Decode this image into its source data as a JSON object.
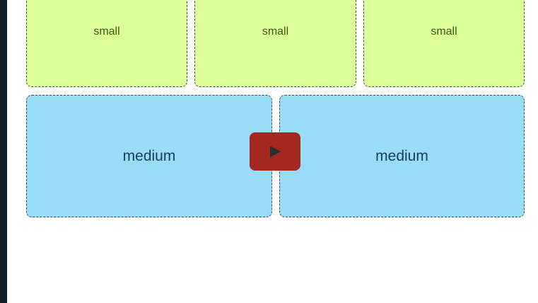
{
  "colors": {
    "small_bg": "#dbfe98",
    "small_text": "#3f5a11",
    "medium_bg": "#98dcf8",
    "medium_text": "#143e58",
    "play_button_bg": "#a3281f",
    "play_icon": "#2d2d2d",
    "left_strip": "#0e1f2a"
  },
  "grid": {
    "small_tiles": [
      {
        "label": "small"
      },
      {
        "label": "small"
      },
      {
        "label": "small"
      }
    ],
    "medium_tiles": [
      {
        "label": "medium"
      },
      {
        "label": "medium"
      }
    ]
  },
  "video": {
    "play_icon": "play-icon"
  }
}
